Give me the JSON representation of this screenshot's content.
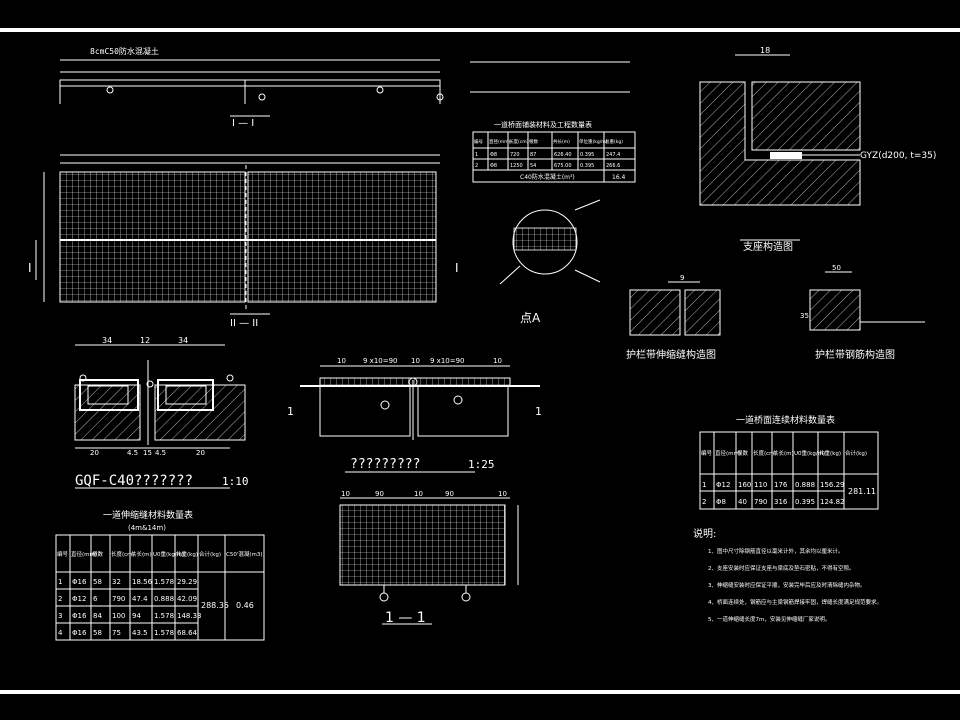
{
  "drawing": {
    "section_1_1_label": "I — I",
    "section_2_2_label": "II — II",
    "section_11_label": "1 — 1",
    "overlay_note": "8cmC50防水混凝土",
    "mark_I_left": "I",
    "mark_I_right": "I",
    "mark_1_left": "1",
    "mark_1_right": "1",
    "detail_A_label": "点A",
    "gqf_title": "GQF-C40???????",
    "gqf_scale": "1:10",
    "plan_title": "?????????",
    "plan_scale": "1:25",
    "support_title": "支座构造图",
    "support_label": "GYZ(d200, t=35)",
    "guardrail_end_title": "护栏带伸缩缝构造图",
    "guardrail_rebar_title": "护栏带钢筋构造图",
    "dims": {
      "d34a": "34",
      "d12": "12",
      "d34b": "34",
      "d20a": "20",
      "d45a": "4.5",
      "d15": "15",
      "d45b": "4.5",
      "d20b": "20",
      "d10": "10",
      "d18": "18",
      "d9": "9",
      "d50": "50",
      "d35": "35",
      "p10a": "10",
      "p9x10a": "9 x10=90",
      "p10b": "10",
      "p9x10b": "9 x10=90",
      "p10c": "10",
      "g10a": "10",
      "g90a": "90",
      "g10b": "10",
      "g90b": "90",
      "g10c": "10"
    }
  },
  "table_top": {
    "title": "一道桥面铺装材料及工程数量表",
    "headers": [
      "编号",
      "直径(mm)",
      "长度(cm)",
      "根数",
      "共长(m)",
      "单位重(kg/m)",
      "总重(kg)"
    ],
    "rows": [
      [
        "1",
        "Φ8",
        "720",
        "87",
        "626.40",
        "0.395",
        "247.4"
      ],
      [
        "2",
        "Φ8",
        "1250",
        "54",
        "675.00",
        "0.395",
        "266.6"
      ]
    ],
    "footer": "C40防水混凝土(m³)",
    "footer_value": "16.4"
  },
  "table_left": {
    "title": "一道伸缩缝材料数量表",
    "subtitle": "(4m&14m)",
    "headers": [
      "编号",
      "直径(mm)",
      "根数",
      "长度(cm)",
      "共长(m)",
      "U0重(kg/m)",
      "共重(kg)",
      "合计(kg)",
      "C50'混凝(m3)"
    ],
    "rows": [
      [
        "1",
        "Φ16",
        "58",
        "32",
        "18.56",
        "1.578",
        "29.29"
      ],
      [
        "2",
        "Φ12",
        "6",
        "790",
        "47.4",
        "0.888",
        "42.09"
      ],
      [
        "3",
        "Φ16",
        "84",
        "100",
        "94",
        "1.578",
        "148.33"
      ],
      [
        "4",
        "Φ16",
        "58",
        "75",
        "43.5",
        "1.578",
        "68.64"
      ]
    ],
    "merged_total": "288.35",
    "merged_concrete": "0.46"
  },
  "table_right": {
    "title": "一道桥面连续材料数量表",
    "headers": [
      "编号",
      "直径(mm)",
      "根数",
      "长度(cm)",
      "共长(m)",
      "U0重(kg/m)",
      "共重(kg)",
      "合计(kg)"
    ],
    "rows": [
      [
        "1",
        "Φ12",
        "160",
        "110",
        "176",
        "0.888",
        "156.29"
      ],
      [
        "2",
        "Φ8",
        "40",
        "790",
        "316",
        "0.395",
        "124.82"
      ]
    ],
    "merged_total": "281.11"
  },
  "notes": {
    "title": "说明:",
    "items": [
      "1、图中尺寸除钢筋直径以毫米计外，其余均以厘米计。",
      "2、支座安装时应保证支座与梁底及垫石密贴，不得有空隙。",
      "3、伸缩缝安装时应保证平顺，安装完毕后应及时清除缝内杂物。",
      "4、桥面连续处，钢筋应与主梁钢筋焊接牢固，焊缝长度满足规范要求。",
      "5、一道伸缩缝长度7m，安装见伸缩缝厂家说明。"
    ]
  }
}
